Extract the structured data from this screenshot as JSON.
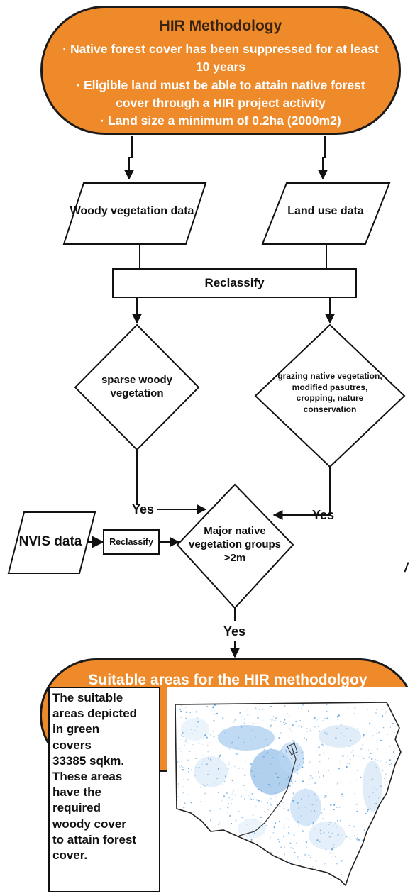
{
  "header": {
    "title": "HIR Methodology",
    "lines": [
      "· Native forest cover has been suppressed for at least",
      "10 years",
      "· Eligible land must be able to attain native forest",
      "cover through a HIR project activity",
      "· Land size a minimum of 0.2ha (2000m2)"
    ]
  },
  "inputs": {
    "woody": "Woody vegetation data",
    "landuse": "Land use data",
    "nvis": "NVIS data"
  },
  "reclassify_main": "Reclassify",
  "reclassify_small": "Reclassify",
  "decisions": {
    "sparse": [
      "sparse woody",
      "vegetation"
    ],
    "landuse": [
      "grazing native vegetation,",
      "modified pasutres,",
      "cropping, nature",
      "conservation"
    ],
    "major": [
      "Major native",
      "vegetation groups",
      ">2m"
    ]
  },
  "yes_labels": {
    "left": "Yes",
    "right": "Yes",
    "bottom": "Yes"
  },
  "stray_mark": "/",
  "result": {
    "title": "Suitable areas for the HIR methodolgoy",
    "description_lines": [
      "The suitable",
      "areas depicted",
      "in green",
      "covers",
      "33385 sqkm.",
      "These areas",
      "have the",
      "required",
      "woody cover",
      "to attain forest",
      "cover."
    ]
  },
  "colors": {
    "accent_orange": "#ef8a2a",
    "map_blue": "#3d8fd6",
    "outline": "#111111"
  }
}
